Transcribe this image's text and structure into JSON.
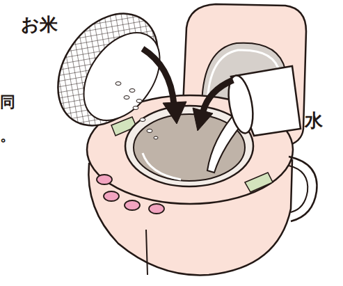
{
  "diagram": {
    "labels": [
      "お米",
      "水",
      "同",
      "。"
    ]
  }
}
